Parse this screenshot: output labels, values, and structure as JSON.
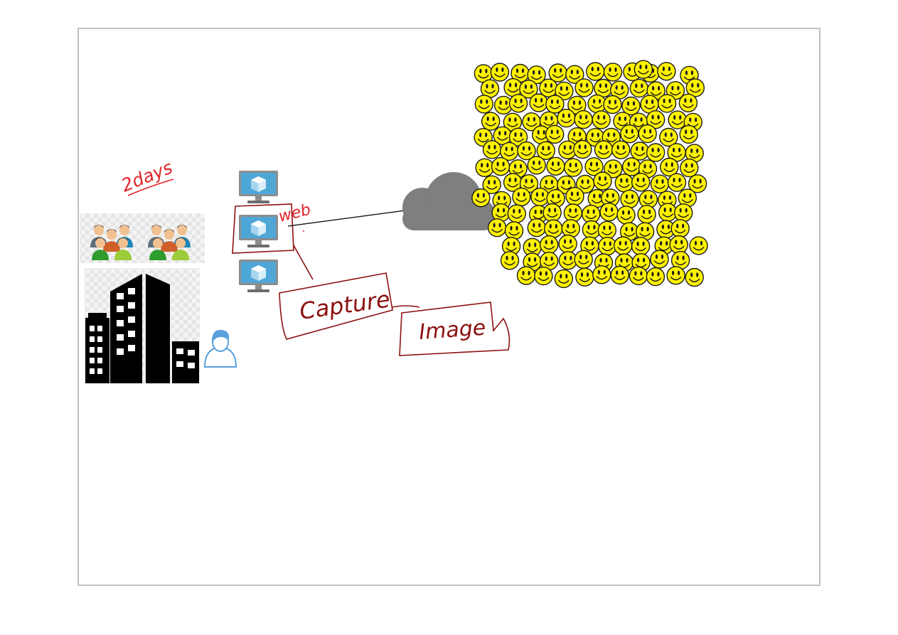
{
  "annotations": {
    "two_days": "2days",
    "web": "web",
    "capture": "Capture",
    "image": "Image"
  },
  "colors": {
    "ink_red": "#e0242a",
    "ink_darkred": "#8c1010",
    "cloud": "#7f7f7f",
    "smiley_fill": "#fff200",
    "smiley_stroke": "#1a1a1a",
    "monitor_blue": "#4fa7d8",
    "monitor_gray": "#8d8d8d",
    "building": "#000000",
    "user_outline": "#5aa0dc"
  },
  "icons": {
    "people_group": "people-group-icon",
    "building": "office-building-icon",
    "user": "user-icon",
    "virtual_machine": "virtual-machine-icon",
    "cloud": "cloud-icon",
    "smiley": "smiley-face-icon"
  },
  "smiley_count": 162
}
